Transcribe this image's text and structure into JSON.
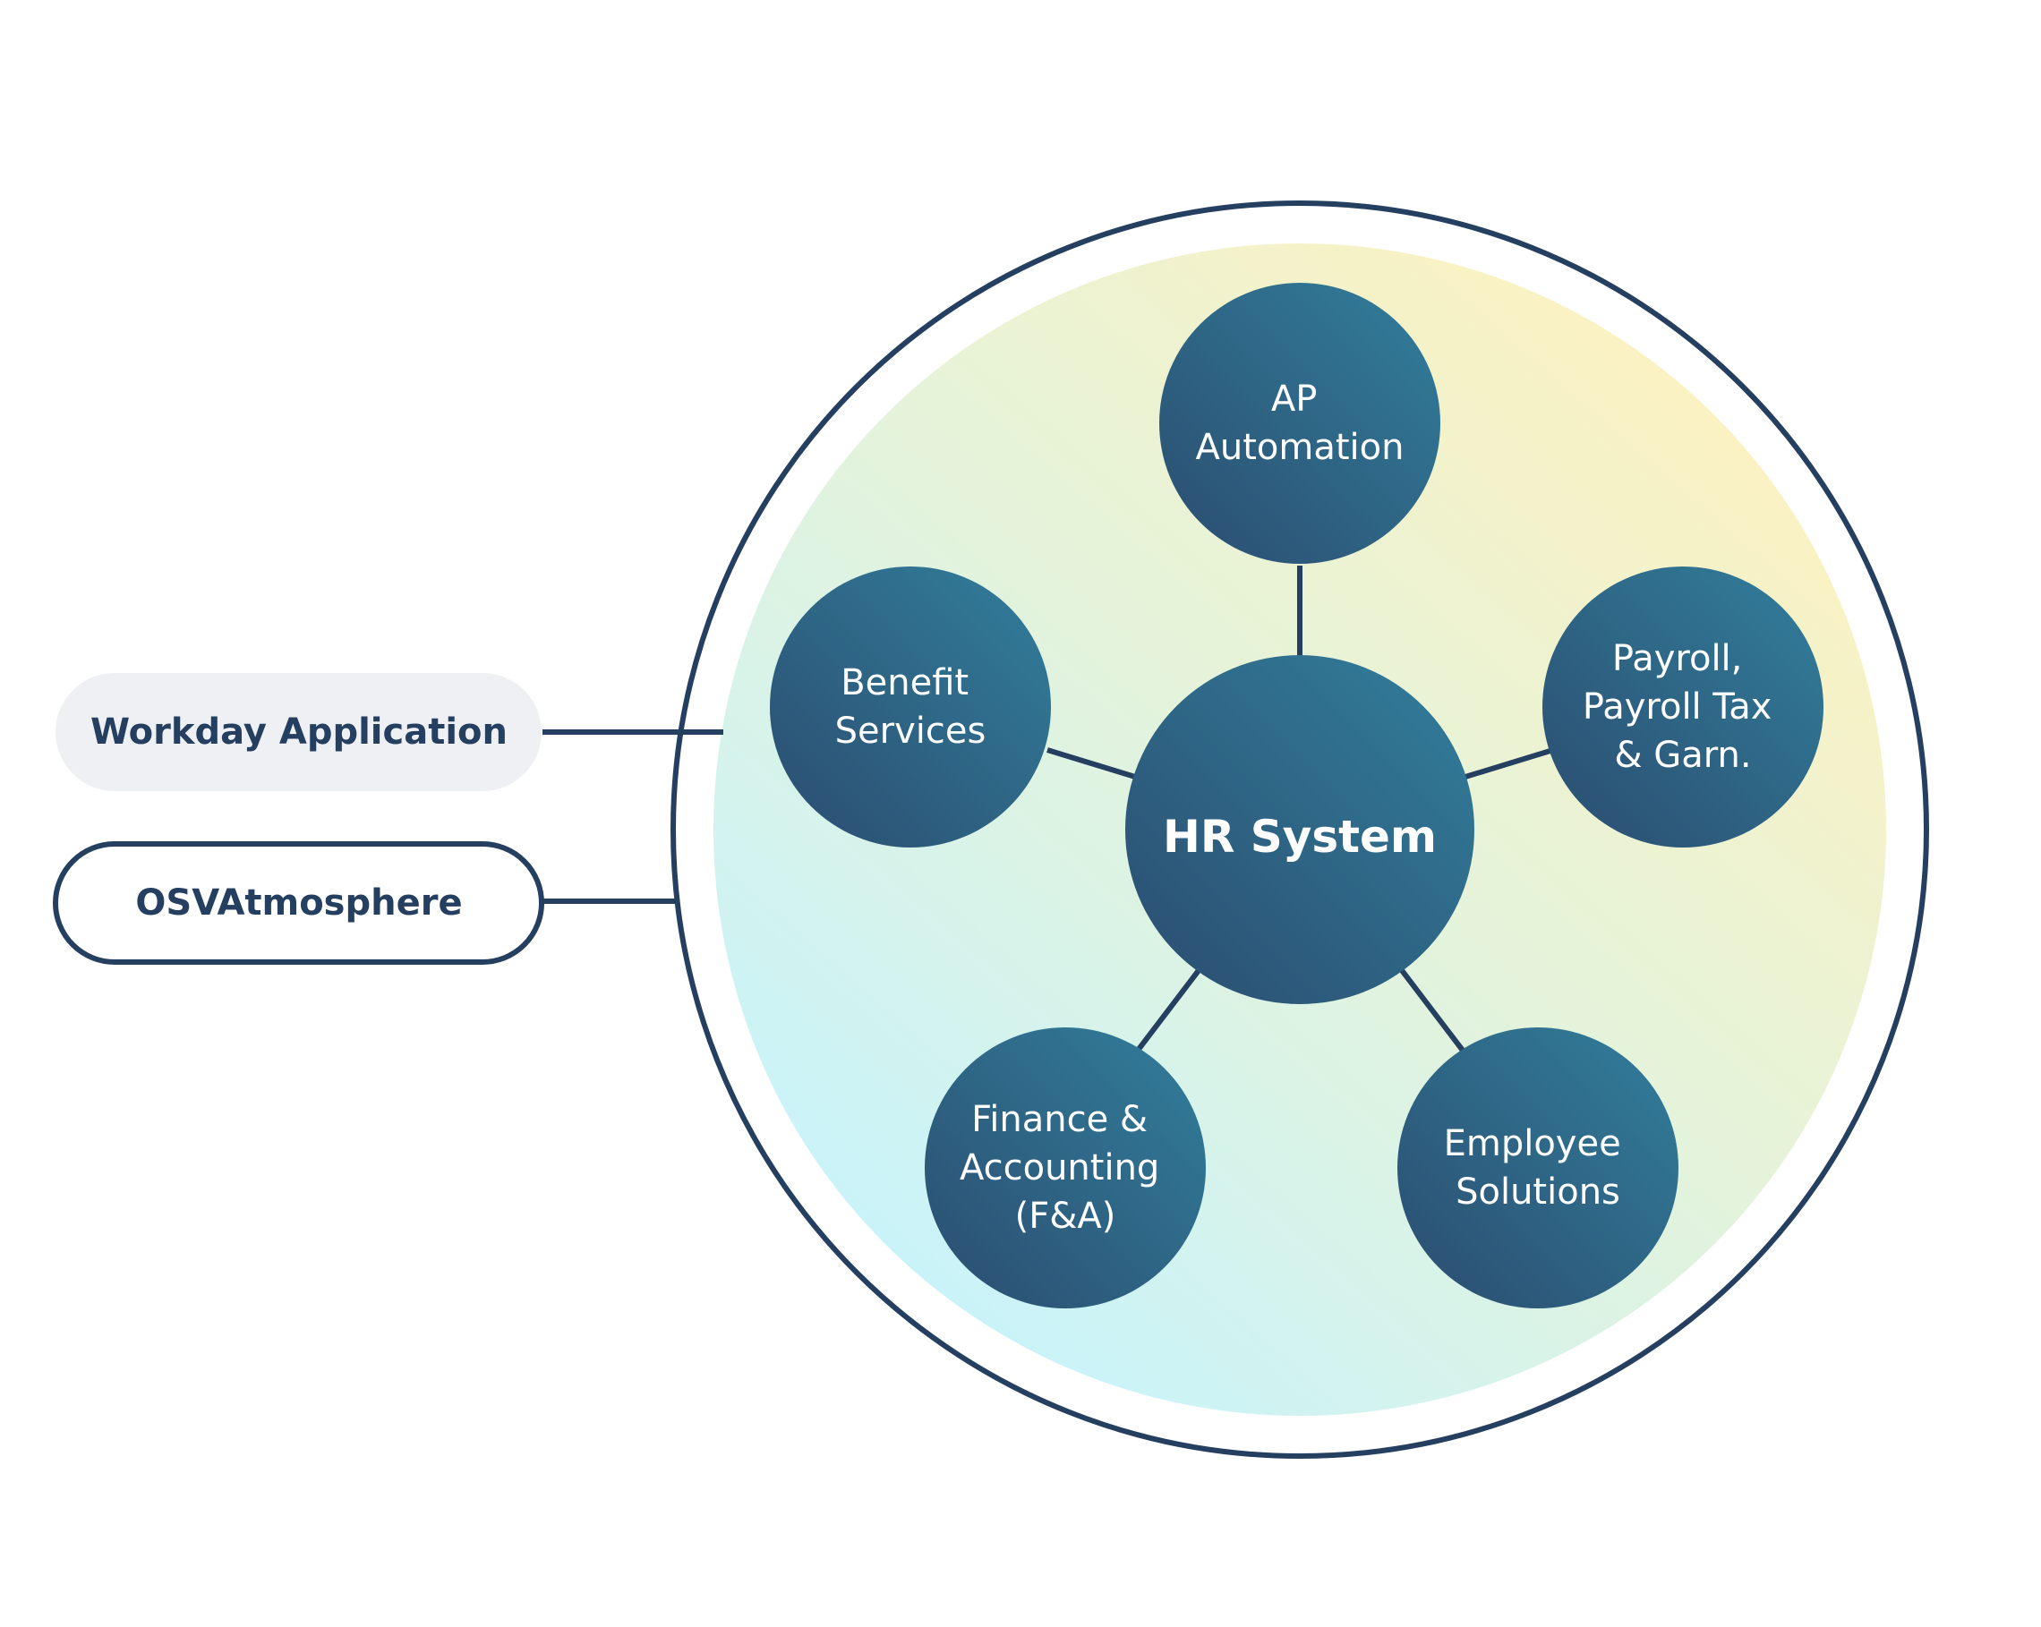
{
  "colors": {
    "navy": "#253F60",
    "node_dark": "#2B4C6F",
    "node_light": "#327F9C",
    "pill_fill": "#EFF0F4",
    "grad_yellow": "#FCF2C1",
    "grad_cyan": "#C8F3FB",
    "text_white": "#FFFFFF"
  },
  "pills": {
    "workday": {
      "label": "Workday Application"
    },
    "osv": {
      "label": "OSVAtmosphere"
    }
  },
  "center": {
    "label": "HR System"
  },
  "nodes": {
    "ap": {
      "lines": [
        "AP",
        "Automation"
      ]
    },
    "benefit": {
      "lines": [
        "Benefit",
        "Services"
      ]
    },
    "payroll": {
      "lines": [
        "Payroll,",
        "Payroll Tax",
        "& Garn."
      ]
    },
    "finance": {
      "lines": [
        "Finance &",
        "Accounting",
        "(F&A)"
      ]
    },
    "employee": {
      "lines": [
        "Employee",
        "Solutions"
      ]
    }
  }
}
